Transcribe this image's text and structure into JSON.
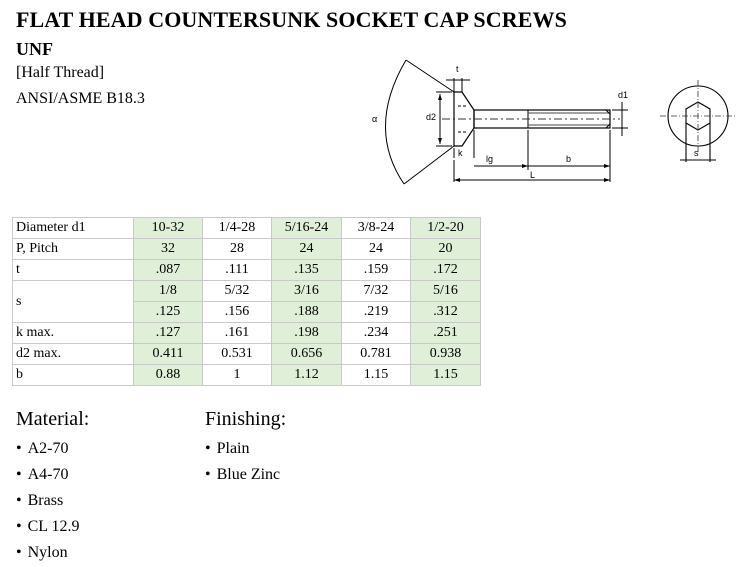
{
  "header": {
    "title": "FLAT HEAD COUNTERSUNK SOCKET CAP SCREWS",
    "subtitle": "UNF",
    "thread": "[Half Thread]",
    "standard": "ANSI/ASME B18.3"
  },
  "drawing": {
    "labels": {
      "alpha": "α",
      "t": "t",
      "d2": "d2",
      "d1": "d1",
      "k": "k",
      "lg": "lg",
      "b": "b",
      "L": "L",
      "s": "s"
    }
  },
  "table": {
    "header_label": "Diameter d1",
    "columns": [
      "10-32",
      "1/4-28",
      "5/16-24",
      "3/8-24",
      "1/2-20"
    ],
    "rows": {
      "pitch": {
        "label": "P, Pitch",
        "values": [
          "32",
          "28",
          "24",
          "24",
          "20"
        ]
      },
      "t": {
        "label": "t",
        "values": [
          ".087",
          ".111",
          ".135",
          ".159",
          ".172"
        ]
      },
      "s": {
        "label": "s",
        "values": [
          "1/8",
          "5/32",
          "3/16",
          "7/32",
          "5/16"
        ],
        "values2": [
          ".125",
          ".156",
          ".188",
          ".219",
          ".312"
        ]
      },
      "k": {
        "label": "k max.",
        "values": [
          ".127",
          ".161",
          ".198",
          ".234",
          ".251"
        ]
      },
      "d2": {
        "label": "d2 max.",
        "values": [
          "0.411",
          "0.531",
          "0.656",
          "0.781",
          "0.938"
        ]
      },
      "b": {
        "label": "b",
        "values": [
          "0.88",
          "1",
          "1.12",
          "1.15",
          "1.15"
        ]
      }
    },
    "colors": {
      "shaded": "#e0efd8",
      "border": "#c9c9c9"
    }
  },
  "material": {
    "heading": "Material:",
    "items": [
      "A2-70",
      "A4-70",
      "Brass",
      "CL 12.9",
      "Nylon"
    ]
  },
  "finishing": {
    "heading": "Finishing:",
    "items": [
      "Plain",
      "Blue Zinc"
    ]
  },
  "bullet": "•"
}
